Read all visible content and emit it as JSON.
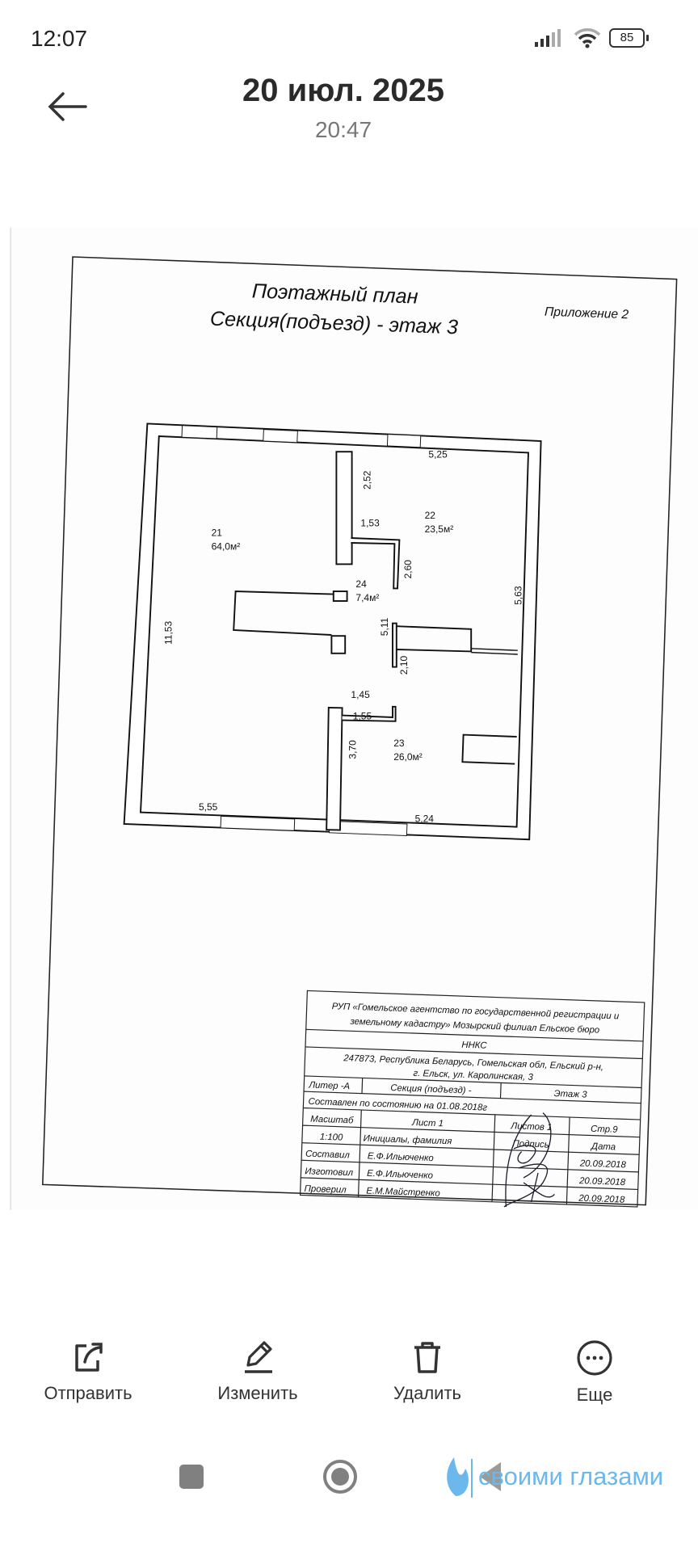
{
  "status_bar": {
    "time": "12:07",
    "battery": "85"
  },
  "header": {
    "title": "20 июл. 2025",
    "subtitle": "20:47"
  },
  "document": {
    "heading_1": "Поэтажный план",
    "heading_2": "Секция(подъезд) - этаж 3",
    "appendix": "Приложение 2",
    "rooms": [
      {
        "number": "21",
        "area": "64,0м²"
      },
      {
        "number": "22",
        "area": "23,5м²"
      },
      {
        "number": "23",
        "area": "26,0м²"
      },
      {
        "number": "24",
        "area": "7,4м²"
      }
    ],
    "dimensions": [
      "5,25",
      "2,52",
      "1,53",
      "2,60",
      "5,63",
      "11,53",
      "5,11",
      "2,10",
      "1,45",
      "1,55",
      "3,70",
      "5,55",
      "5,24"
    ],
    "title_block": {
      "org_line1": "РУП «Гомельское агентство по государственной регистрации и",
      "org_line2": "земельному кадастру» Мозырский филиал Ельское бюро",
      "object": "ННКС",
      "address_line1": "247873, Республика Беларусь, Гомельская обл, Ельский р-н,",
      "address_line2": "г. Ельск, ул. Каролинская, 3",
      "liter": "Литер -А",
      "section": "Секция (подъезд) -",
      "floor": "Этаж 3",
      "state_date": "Составлен по состоянию на 01.08.2018г",
      "scale_label": "Масштаб",
      "sheet": "Лист 1",
      "sheets": "Листов 1",
      "page": "Стр.9",
      "scale": "1:100",
      "initials_label": "Инициалы, фамилия",
      "signature_label": "Подпись",
      "date_label": "Дата",
      "rows": [
        {
          "role": "Составил",
          "name": "Е.Ф.Ильюченко",
          "date": "20.09.2018"
        },
        {
          "role": "Изготовил",
          "name": "Е.Ф.Ильюченко",
          "date": "20.09.2018"
        },
        {
          "role": "Проверил",
          "name": "Е.М.Майстренко",
          "date": "20.09.2018"
        }
      ]
    }
  },
  "actions": [
    {
      "label": "Отправить",
      "icon": "share-icon"
    },
    {
      "label": "Изменить",
      "icon": "edit-icon"
    },
    {
      "label": "Удалить",
      "icon": "trash-icon"
    },
    {
      "label": "Еще",
      "icon": "more-icon"
    }
  ],
  "watermark": "своими глазами"
}
